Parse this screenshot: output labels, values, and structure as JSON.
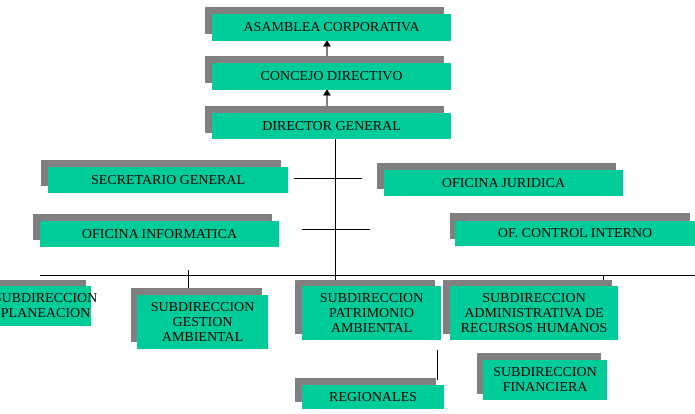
{
  "boxes": {
    "asamblea": "ASAMBLEA CORPORATIVA",
    "concejo": "CONCEJO DIRECTIVO",
    "director": "DIRECTOR GENERAL",
    "secretario": "SECRETARIO GENERAL",
    "juridica": "OFICINA JURIDICA",
    "informatica": "OFICINA INFORMATICA",
    "control": "OF. CONTROL INTERNO",
    "planeacion": [
      "SUBDIRECCION",
      "PLANEACION"
    ],
    "gestion": [
      "SUBDIRECCION",
      "GESTION",
      "AMBIENTAL"
    ],
    "patrimonio": [
      "SUBDIRECCION",
      "PATRIMONIO",
      "AMBIENTAL"
    ],
    "administrativa": [
      "SUBDIRECCION",
      "ADMINISTRATIVA DE",
      "RECURSOS HUMANOS"
    ],
    "regionales": "REGIONALES",
    "financiera": [
      "SUBDIRECCION",
      "FINANCIERA"
    ]
  },
  "colors": {
    "box": "#00cc99",
    "shadow": "#808080"
  }
}
